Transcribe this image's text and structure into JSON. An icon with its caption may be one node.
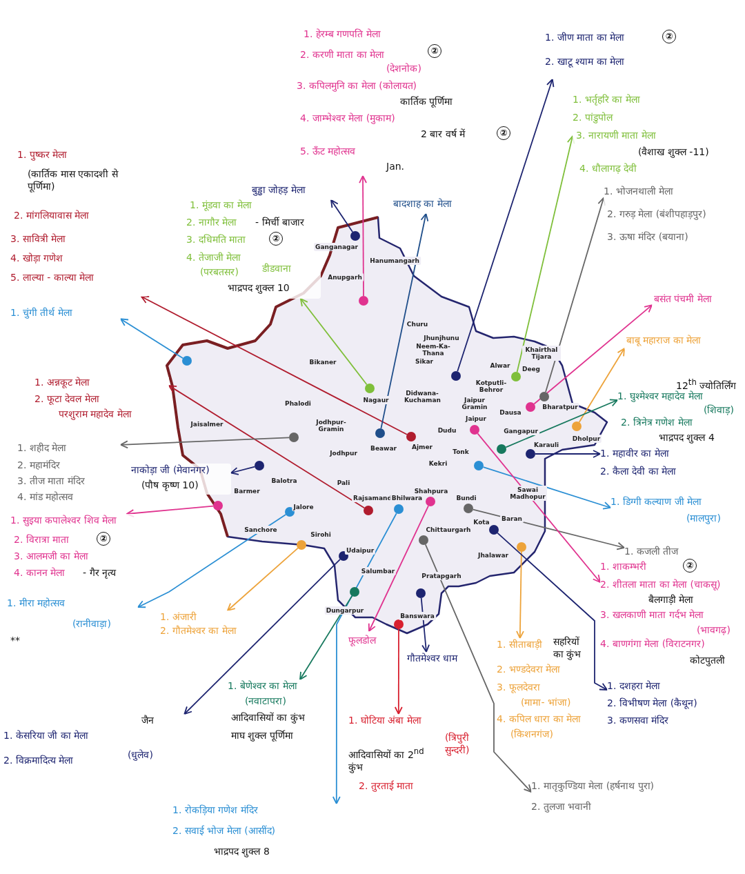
{
  "diagram": {
    "nodes": [
      {
        "text": [
          "1. हेरम्ब गणपति मेला",
          "2. करणी माता का मेला",
          "②",
          "(देशनोक)",
          "3. कपिलमुनि का मेला (कोलायत)",
          "कार्तिक पूर्णिमा",
          "4. जाम्भेश्वर मेला (मुकाम)",
          "2 बार वर्ष में",
          "②",
          "5. ऊँट महोत्सव",
          "Jan."
        ]
      },
      {
        "text": [
          "1. जीण माता का मेला",
          "②",
          "2. खाटू श्याम का मेला"
        ]
      },
      {
        "text": [
          "बुड्ढा जोहड़ मेला"
        ]
      },
      {
        "text": [
          "1. पुष्कर मेला",
          "(कार्तिक मास एकादशी से पूर्णिमा)",
          "2. मांगलियावास मेला",
          "3. सावित्री मेला",
          "4. खोड़ा गणेश",
          "5. लाल्या - काल्या मेला"
        ]
      },
      {
        "text": [
          "बादशाह का मेला"
        ]
      },
      {
        "text": [
          "1. मूंडवा का मेला",
          "2. नागौर मेला",
          "- मिर्ची बाजार",
          "3. दधिमति माता",
          "②",
          "4. तेजाजी मेला",
          "(परबतसर)",
          "डीडवाना",
          "भाद्रपद शुक्ल 10"
        ]
      },
      {
        "text": [
          "1. भर्तृहरि का मेला",
          "2. पांडुपोल",
          "3. नारायणी माता मेला",
          "(वैशाख शुक्ल -11)",
          "4. धौलागढ़ देवी"
        ]
      },
      {
        "text": [
          "1. चुंगी तीर्थ मेला"
        ]
      },
      {
        "text": [
          "1. भोजनथाली मेला",
          "2. गरुड़ मेला (बंशीपहाड़पुर)",
          "3. ऊषा मंदिर (बयाना)"
        ]
      },
      {
        "text": [
          "बसंत पंचमी मेला"
        ]
      },
      {
        "text": [
          "1. अन्नकूट मेला",
          "2. फूटा देवल मेला",
          "परशुराम महादेव मेला"
        ]
      },
      {
        "text": [
          "बाबू महाराज का मेला"
        ]
      },
      {
        "text": [
          "12$^{th}$ ज्योतिर्लिंग",
          "1. घुश्मेश्वर महादेव मेला",
          "(शिवाड़)",
          "2. त्रिनेत्र गणेश मेला",
          "भाद्रपद शुक्ल 4"
        ]
      },
      {
        "text": [
          "1. शहीद मेला",
          "2. महामंदिर",
          "3. तीज माता मंदिर",
          "4. मांड महोत्सव"
        ]
      },
      {
        "text": [
          "1. महावीर का मेला",
          "2. कैला देवी का मेला"
        ]
      },
      {
        "text": [
          "नाकोड़ा जी (मेवानगर)",
          "(पौष कृष्ण 10)"
        ]
      },
      {
        "text": [
          "1. डिग्गी कल्याण जी मेला",
          "(मालपुरा)"
        ]
      },
      {
        "text": [
          "1. सुइया कपालेश्वर शिव मेला",
          "2. विरात्रा माता",
          "②",
          "3. आलमजी का मेला",
          "4. कानन मेला",
          "- गैर नृत्य"
        ]
      },
      {
        "text": [
          "1. कजली तीज"
        ]
      },
      {
        "text": [
          "1. मीरा महोत्सव",
          "(रानीवाड़ा)",
          "**"
        ]
      },
      {
        "text": [
          "1. अंजारी",
          "2. गौतमेश्वर का मेला"
        ]
      },
      {
        "text": [
          "1. शाकम्भरी",
          "②",
          "2. शीतला माता का मेला (चाकसू)",
          "बैलगाड़ी मेला",
          "3. खलकाणी माता गर्दभ मेला",
          "(भावगढ़)",
          "4. बाणगंगा मेला (विराटनगर)",
          "कोटपुतली"
        ]
      },
      {
        "text": [
          "1. सीताबाड़ी",
          "सहरियों का कुंभ",
          "2. भण्डदेवरा मेला",
          "3. फूलदेवरा",
          "(मामा- भांजा)",
          "4. कपिल धारा का मेला",
          "(किशनगंज)"
        ]
      },
      {
        "text": [
          "1. दशहरा मेला",
          "2. विभीषण मेला (कैथून)",
          "3. कणसवा मंदिर"
        ]
      },
      {
        "text": [
          "1. मातृकुण्डिया मेला (हर्षनाथ पुरा)",
          "2. तुलजा भवानी"
        ]
      },
      {
        "text": [
          "गौतमेश्वर धाम"
        ]
      },
      {
        "text": [
          "1. घोटिया अंबा मेला",
          "(त्रिपुरी सुन्दरी)",
          "आदिवासियों का 2$^{nd}$ कुंभ",
          "2. तुरताई माता"
        ]
      },
      {
        "text": [
          "फूलडोल"
        ]
      },
      {
        "text": [
          "1. रोकड़िया गणेश मंदिर",
          "2. सवाई भोज मेला (आसींद)",
          "भाद्रपद शुक्ल 8"
        ]
      },
      {
        "text": [
          "1. बेणेश्वर का मेला",
          "(नवाटापरा)",
          "आदिवासियों का कुंभ",
          "माघ शुक्ल पूर्णिमा"
        ]
      },
      {
        "text": [
          "जैन",
          "1. केसरिया जी का मेला",
          "2. विक्रमादित्य मेला",
          "(धुलेव)"
        ]
      },
      {
        "text": [],
        "shape": "circle"
      },
      {
        "text": [],
        "shape": "circle"
      },
      {
        "text": [],
        "shape": "circle"
      },
      {
        "text": [],
        "shape": "circle"
      },
      {
        "text": [],
        "shape": "circle"
      },
      {
        "text": [],
        "shape": "circle"
      },
      {
        "text": [],
        "shape": "circle"
      },
      {
        "text": [],
        "shape": "circle"
      },
      {
        "text": [],
        "shape": "circle"
      },
      {
        "text": [],
        "shape": "circle"
      },
      {
        "text": [],
        "shape": "circle"
      },
      {
        "text": [],
        "shape": "circle"
      },
      {
        "text": [],
        "shape": "circle"
      },
      {
        "text": [],
        "shape": "circle"
      },
      {
        "text": [],
        "shape": "circle"
      },
      {
        "text": [],
        "shape": "circle"
      },
      {
        "text": [],
        "shape": "circle"
      },
      {
        "text": [],
        "shape": "circle"
      },
      {
        "text": [],
        "shape": "circle"
      },
      {
        "text": [],
        "shape": "circle"
      },
      {
        "text": [],
        "shape": "circle"
      },
      {
        "text": [],
        "shape": "circle"
      },
      {
        "text": [],
        "shape": "circle"
      },
      {
        "text": [],
        "shape": "circle"
      },
      {
        "text": [],
        "shape": "circle"
      },
      {
        "text": [],
        "shape": "circle"
      },
      {
        "text": [],
        "shape": "circle"
      },
      {
        "text": [],
        "shape": "circle"
      },
      {
        "text": [],
        "shape": "circle"
      },
      {
        "text": [],
        "shape": "circle"
      },
      {
        "text": [],
        "shape": "circle"
      }
    ],
    "edges": [
      {
        "from": 31,
        "to": 0,
        "arrow": "to",
        "color": "#e0338f"
      },
      {
        "from": 32,
        "to": 1,
        "arrow": "to",
        "color": "#1d2470"
      },
      {
        "from": 33,
        "to": 2,
        "arrow": "to",
        "color": "#1d2470"
      },
      {
        "from": 34,
        "to": 3,
        "arrow": "to",
        "color": "#b01c2e"
      },
      {
        "from": 35,
        "to": 4,
        "arrow": "to",
        "color": "#1f4e8a"
      },
      {
        "from": 36,
        "to": 5,
        "arrow": "to",
        "color": "#7fbf3a"
      },
      {
        "from": 37,
        "to": 6,
        "arrow": "to",
        "color": "#7fbf3a"
      },
      {
        "from": 38,
        "to": 7,
        "arrow": "to",
        "color": "#2b8fd4"
      },
      {
        "from": 39,
        "to": 8,
        "arrow": "to",
        "color": "#666666"
      },
      {
        "from": 40,
        "to": 9,
        "arrow": "to",
        "color": "#e0338f"
      },
      {
        "from": 41,
        "to": 10,
        "arrow": "to",
        "color": "#b01c2e"
      },
      {
        "from": 42,
        "to": 11,
        "arrow": "to",
        "color": "#eda33a"
      },
      {
        "from": 43,
        "to": 12,
        "arrow": "to",
        "color": "#17795e"
      },
      {
        "from": 44,
        "to": 13,
        "arrow": "to",
        "color": "#666666"
      },
      {
        "from": 45,
        "to": 14,
        "arrow": "to",
        "color": "#1d2470"
      },
      {
        "from": 46,
        "to": 15,
        "arrow": "to",
        "color": "#1d2470"
      },
      {
        "from": 47,
        "to": 16,
        "arrow": "to",
        "color": "#2b8fd4"
      },
      {
        "from": 48,
        "to": 17,
        "arrow": "to",
        "color": "#e0338f"
      },
      {
        "from": 49,
        "to": 18,
        "arrow": "to",
        "color": "#666666"
      },
      {
        "from": 50,
        "to": 19,
        "arrow": "to",
        "color": "#2b8fd4"
      },
      {
        "from": 51,
        "to": 20,
        "arrow": "to",
        "color": "#eda33a"
      },
      {
        "from": 52,
        "to": 21,
        "arrow": "to",
        "color": "#e0338f"
      },
      {
        "from": 53,
        "to": 22,
        "arrow": "to",
        "color": "#eda33a"
      },
      {
        "from": 54,
        "to": 23,
        "arrow": "to",
        "color": "#1d2470"
      },
      {
        "from": 55,
        "to": 24,
        "arrow": "to",
        "color": "#666666"
      },
      {
        "from": 56,
        "to": 25,
        "arrow": "to",
        "color": "#1d2470"
      },
      {
        "from": 57,
        "to": 26,
        "arrow": "to",
        "color": "#d8202f"
      },
      {
        "from": 58,
        "to": 27,
        "arrow": "to",
        "color": "#e0338f"
      },
      {
        "from": 59,
        "to": 28,
        "arrow": "to",
        "color": "#2b8fd4"
      },
      {
        "from": 60,
        "to": 29,
        "arrow": "to",
        "color": "#17795e"
      },
      {
        "from": 61,
        "to": 30,
        "arrow": "to",
        "color": "#1d2470"
      }
    ],
    "labels": [
      "Ganganagar",
      "Hanumangarh",
      "Anupgarh",
      "Bikaner",
      "Churu",
      "Jhunjhunu",
      "Sikar",
      "Neem-Ka-Thana",
      "Khairthal Tijara",
      "Kotputli-Behror",
      "Alwar",
      "Deeg",
      "Bharatpur",
      "Nagaur",
      "Didwana-Kuchaman",
      "Jaipur Gramin",
      "Dausa",
      "Phalodi",
      "Jaisalmer",
      "Jodhpur-Gramin",
      "Jodhpur",
      "Beawar",
      "Ajmer",
      "Dudu",
      "Jaipur",
      "Gangapur",
      "Karauli",
      "Dholpur",
      "Sawai Madhopur",
      "Tonk",
      "Kekri",
      "Barmer",
      "Balotra",
      "Pali",
      "Rajsamand",
      "Bhilwara",
      "Shahpura",
      "Bundi",
      "Baran",
      "Kota",
      "Jalore",
      "Sanchore",
      "Sirohi",
      "Chittaurgarh",
      "Udaipur",
      "Salumbar",
      "Pratapgarh",
      "Jhalawar",
      "Dungarpur",
      "Banswara"
    ]
  }
}
